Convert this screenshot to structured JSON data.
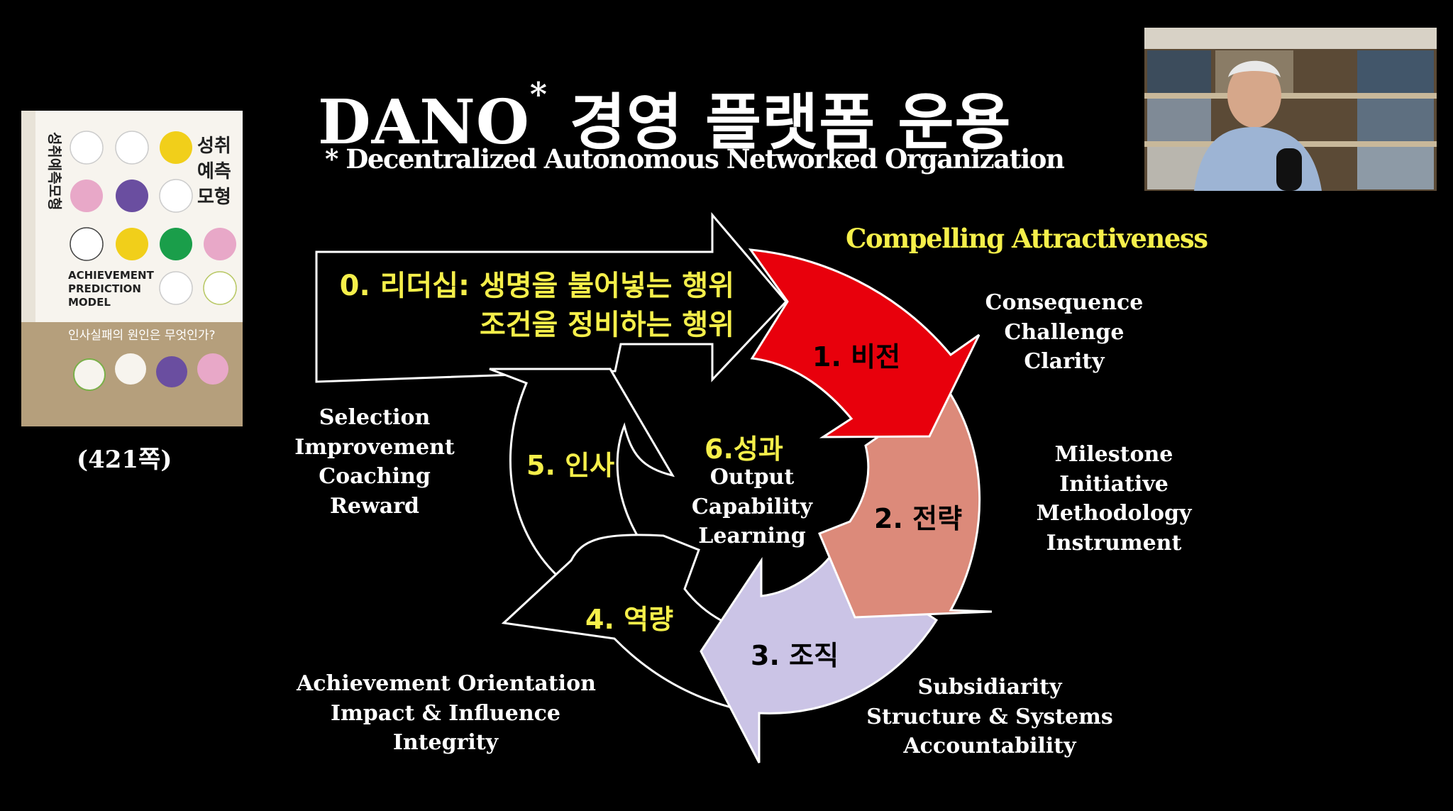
{
  "slide": {
    "title": "DANO",
    "title_mark": "*",
    "title_kr": "경영 플랫폼 운용",
    "subtitle": "* Decentralized Autonomous Networked Organization",
    "attractiveness": "Compelling Attractiveness",
    "leadership_line1": "0. 리더십: 생명을 불어넣는 행위",
    "leadership_line2": "조건을 정비하는 행위"
  },
  "stages": [
    {
      "label": "1. 비전",
      "color": "#e8000c",
      "items": [
        "Consequence",
        "Challenge",
        "Clarity"
      ]
    },
    {
      "label": "2. 전략",
      "color": "#dc8a7a",
      "items": [
        "Milestone",
        "Initiative",
        "Methodology",
        "Instrument"
      ]
    },
    {
      "label": "3. 조직",
      "color": "#cbc4e6",
      "items": [
        "Subsidiarity",
        "Structure & Systems",
        "Accountability"
      ]
    },
    {
      "label": "4. 역량",
      "color": "#000000",
      "items": [
        "Achievement Orientation",
        "Impact & Influence",
        "Integrity"
      ]
    },
    {
      "label": "5. 인사",
      "color": "#000000",
      "items": [
        "Selection",
        "Improvement",
        "Coaching",
        "Reward"
      ]
    }
  ],
  "center": {
    "label": "6.성과",
    "items": [
      "Output",
      "Capability",
      "Learning"
    ]
  },
  "book": {
    "title_kr_1": "성취",
    "title_kr_2": "예측",
    "title_kr_3": "모형",
    "spine": "성취예측모형",
    "title_en_1": "ACHIEVEMENT",
    "title_en_2": "PREDICTION",
    "title_en_3": "MODEL",
    "question": "인사실패의 원인은 무엇인가?",
    "pages": "(421쪽)"
  },
  "colors": {
    "background": "#000000",
    "yellow": "#f5ef4a",
    "vision_red": "#e8000c",
    "strategy_salmon": "#dc8a7a",
    "org_lavender": "#cbc4e6"
  }
}
